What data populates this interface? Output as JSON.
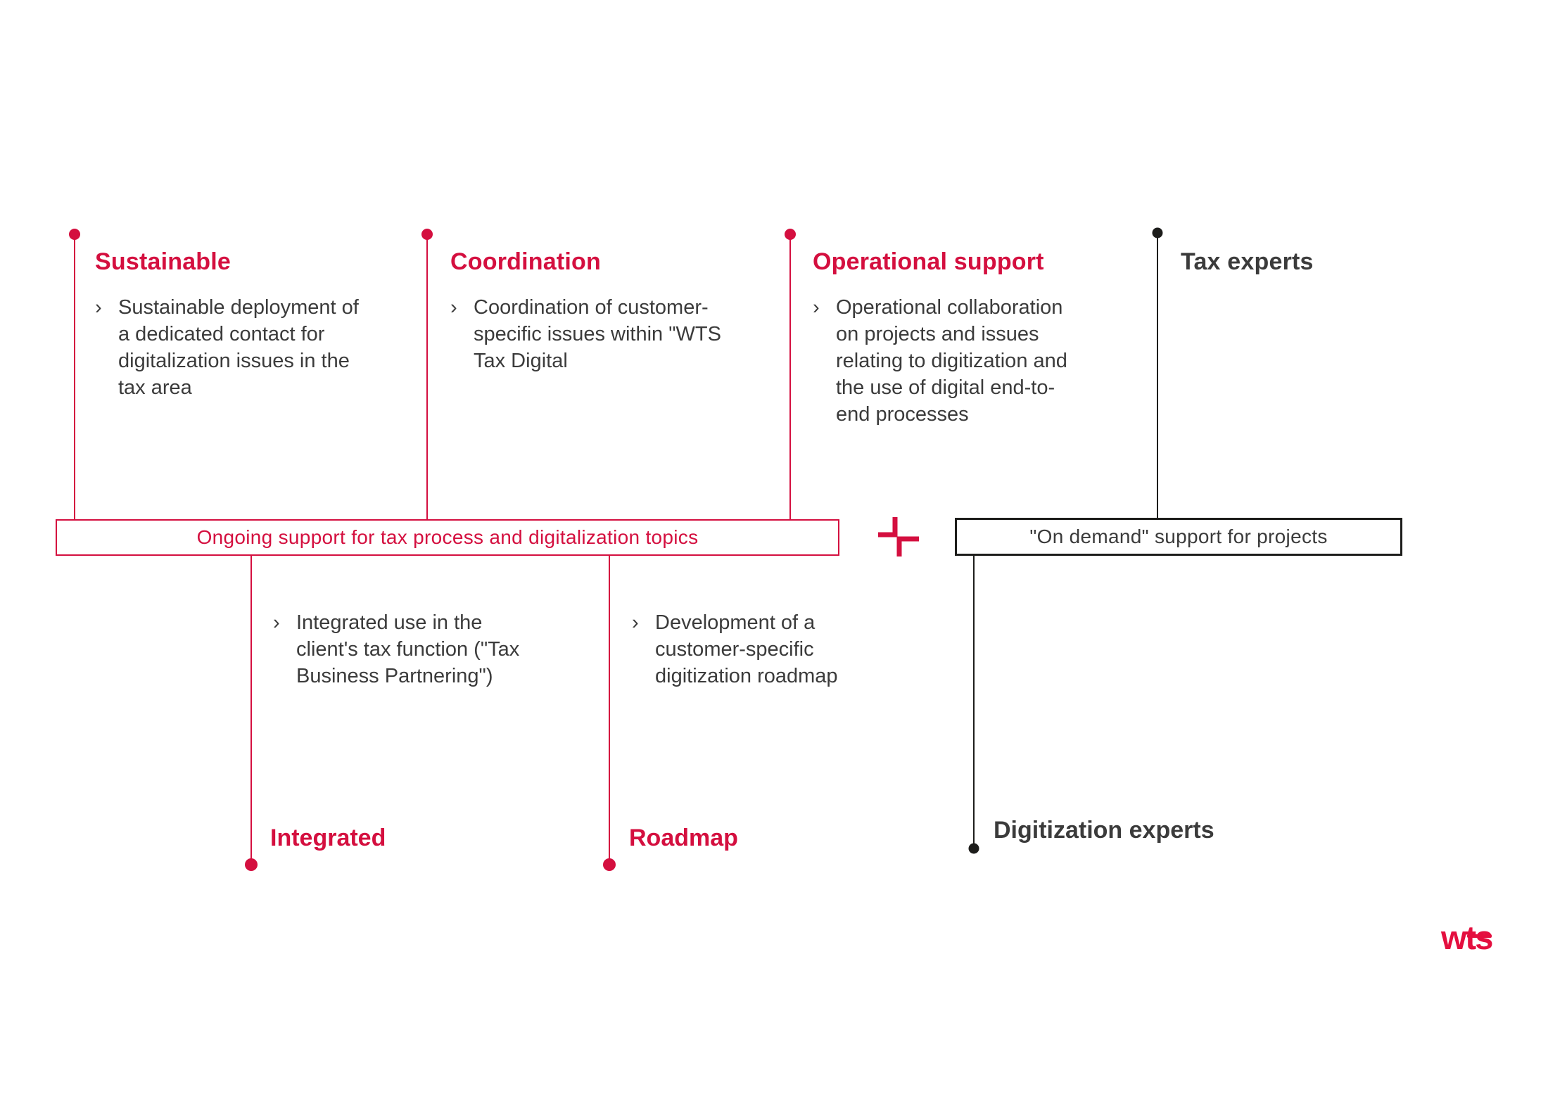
{
  "colors": {
    "accent": "#d40f3f",
    "black": "#1d1d1b",
    "dark": "#3b3b3b",
    "logo": "#e40f3f"
  },
  "bullet_char": "›",
  "top_sections": [
    {
      "title": "Sustainable",
      "bullet": "Sustainable deployment of\na dedicated contact for\ndigitalization issues in the\ntax area"
    },
    {
      "title": "Coordination",
      "bullet": "Coordination of customer-\nspecific issues within \"WTS\nTax Digital"
    },
    {
      "title": "Operational support",
      "bullet": "Operational collaboration\non projects and issues\nrelating to digitization and\nthe use of digital end-to-\nend processes"
    }
  ],
  "experts": {
    "tax": "Tax experts",
    "digitization": "Digitization experts"
  },
  "bands": {
    "ongoing": "Ongoing support for tax process and digitalization topics",
    "on_demand": "\"On demand\" support for projects"
  },
  "bottom_sections": [
    {
      "label": "Integrated",
      "bullet": "Integrated use in the\nclient's tax function (\"Tax\nBusiness Partnering\")"
    },
    {
      "label": "Roadmap",
      "bullet": "Development of a\ncustomer-specific\ndigitization roadmap"
    }
  ],
  "logo": {
    "text": "wts"
  }
}
